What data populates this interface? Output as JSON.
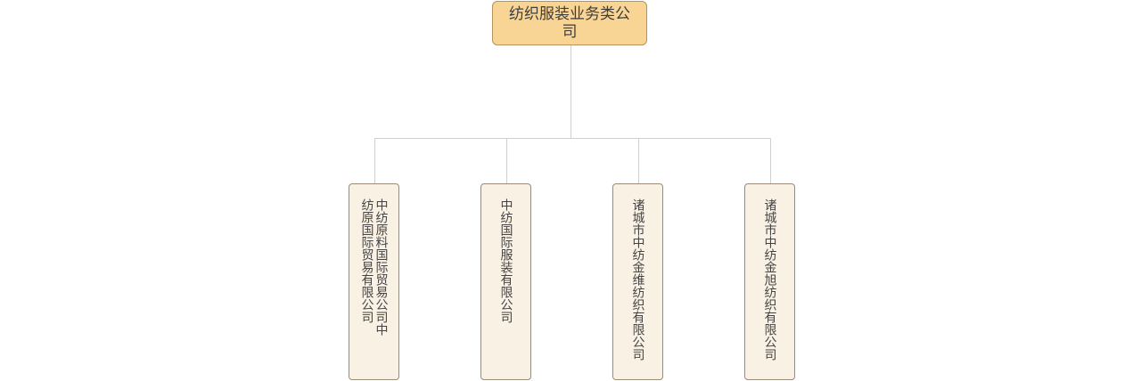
{
  "chart": {
    "root": {
      "label": "纺织服装业务类公司"
    },
    "children": [
      {
        "label": "中纺原料国际贸易公司中纺原国际贸易有限公司"
      },
      {
        "label": "中纺国际服装有限公司"
      },
      {
        "label": "诸城市中纺金维纺织有限公司"
      },
      {
        "label": "诸城市中纺金旭纺织有限公司"
      }
    ]
  },
  "colors": {
    "root_fill": "#f8d495",
    "child_fill": "#faf1e5",
    "connector": "#cfcfcf"
  }
}
